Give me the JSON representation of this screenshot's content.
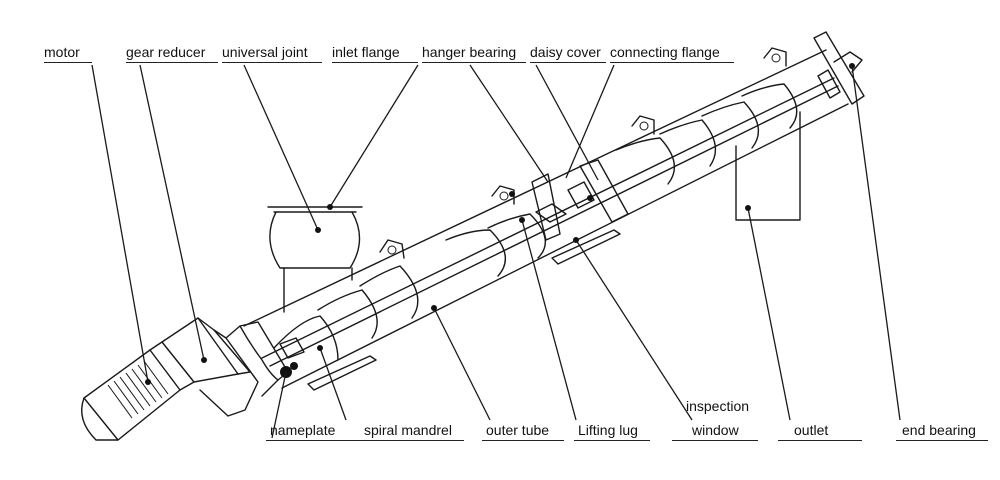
{
  "labels": {
    "motor": "motor",
    "gear_reducer": "gear reducer",
    "universal_joint": "universal joint",
    "inlet_flange": "inlet flange",
    "hanger_bearing": "hanger bearing",
    "daisy_cover": "daisy cover",
    "connecting_flange": "connecting flange",
    "nameplate": "nameplate",
    "spiral_mandrel": "spiral mandrel",
    "outer_tube": "outer tube",
    "lifting_lug": "Lifting lug",
    "inspection_line1": "inspection",
    "inspection_line2": "window",
    "outlet": "outlet",
    "end_bearing": "end bearing"
  }
}
